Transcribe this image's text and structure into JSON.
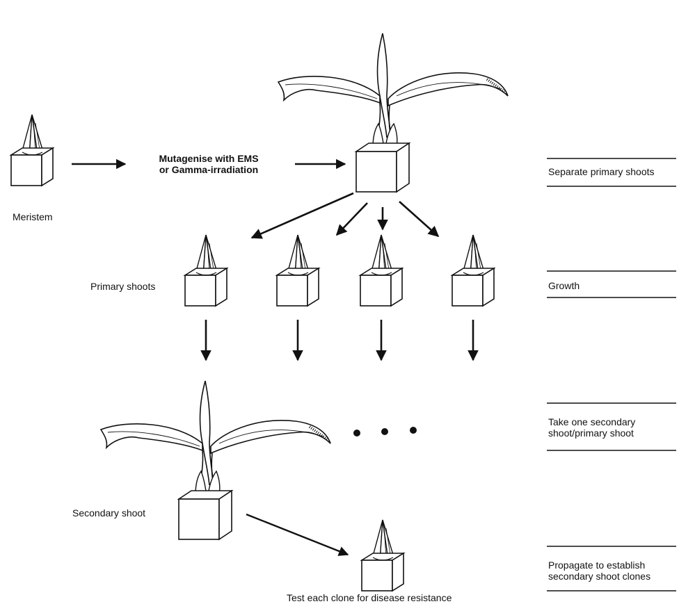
{
  "labels": {
    "meristem": "Meristem",
    "mutagenise_line1": "Mutagenise with EMS",
    "mutagenise_line2": "or Gamma-irradiation",
    "primary_shoots": "Primary shoots",
    "secondary_shoot": "Secondary shoot",
    "test_clone": "Test each clone for disease resistance"
  },
  "steps": [
    {
      "line1": "Separate primary shoots",
      "line2": ""
    },
    {
      "line1": "Growth",
      "line2": ""
    },
    {
      "line1": "Take one secondary",
      "line2": "shoot/primary shoot"
    },
    {
      "line1": "Propagate to establish",
      "line2": "secondary shoot clones"
    }
  ],
  "colors": {
    "ink": "#111111",
    "background": "#ffffff"
  }
}
